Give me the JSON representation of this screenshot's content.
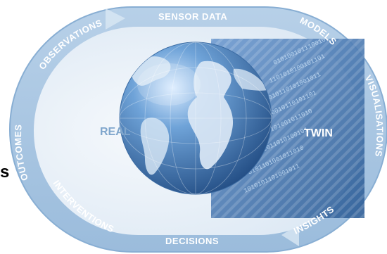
{
  "diagram": {
    "ring_labels": {
      "sensor_data": "SENSOR DATA",
      "models": "MODELS",
      "visualisations": "VISUALISATIONS",
      "insights": "INSIGHTS",
      "decisions": "DECISIONS",
      "interventions": "INTERVENTIONS",
      "outcomes": "OUTCOMES",
      "observations": "OBSERVATIONS"
    },
    "center": {
      "real": "REAL",
      "twin": "TWIN"
    },
    "side_fragment": "s",
    "binary_rows": [
      "0101001011100101",
      "1101010100101101",
      "0010110101001011",
      "1010010110101101",
      "0110101001011010",
      "1001011010100101",
      "0101101001011010",
      "1010101101001011"
    ],
    "colors": {
      "ring": "#a9c6e2",
      "ring_edge": "#88aed3",
      "inner_fill": "#e9f1f9",
      "twin_panel": "#3d6fa8",
      "real_text": "#7fa6cc",
      "twin_text": "#ffffff",
      "globe_ocean": "#4b82bf",
      "globe_land": "#d9e6f3"
    }
  }
}
